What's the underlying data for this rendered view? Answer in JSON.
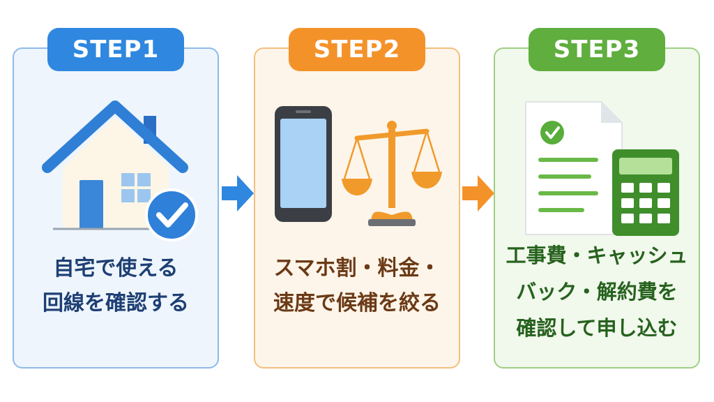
{
  "steps": [
    {
      "badge": "STEP1",
      "lines": [
        "自宅で使える",
        "回線を確認する"
      ],
      "color": "#2f87df"
    },
    {
      "badge": "STEP2",
      "lines": [
        "スマホ割・料金・",
        "速度で候補を絞る"
      ],
      "color": "#f4922a"
    },
    {
      "badge": "STEP3",
      "lines": [
        "工事費・キャッシュ",
        "バック・解約費を",
        "確認して申し込む"
      ],
      "color": "#5fae3e"
    }
  ],
  "icons": {
    "step1": [
      "house-icon",
      "checkmark-badge-icon"
    ],
    "step2": [
      "smartphone-icon",
      "balance-scale-icon"
    ],
    "step3": [
      "checklist-document-icon",
      "calculator-icon"
    ],
    "connectors": [
      "arrow-right-icon",
      "arrow-right-icon"
    ]
  }
}
